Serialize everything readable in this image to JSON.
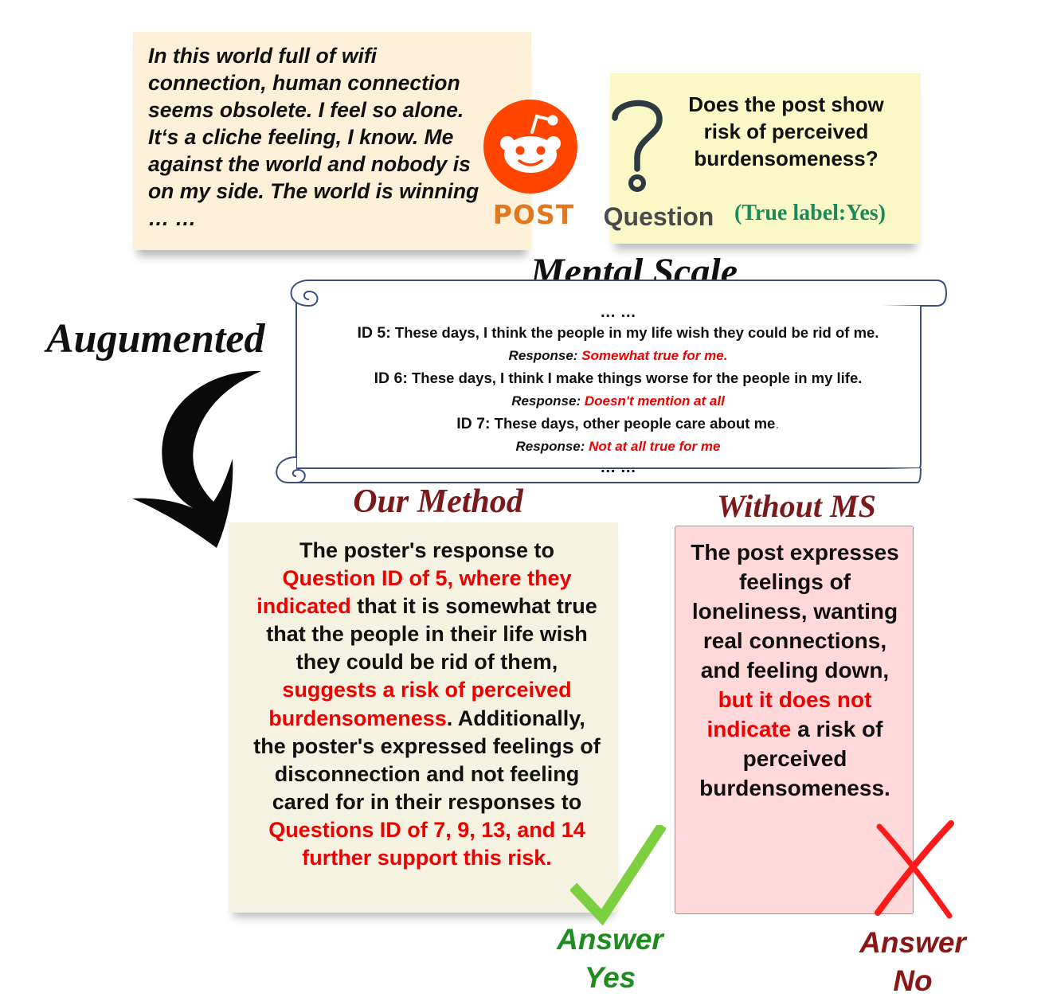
{
  "post": {
    "text": "In this world full of wifi connection, human connection seems obsolete. I feel so alone. It‘s a cliche feeling, I know. Me against the world and nobody is on my side. The world is winning … …",
    "label": "POST"
  },
  "question": {
    "text": "Does the post show risk of perceived burdensomeness?",
    "label": "Question",
    "true_label": "(True label:Yes)"
  },
  "mental_scale": {
    "title": "Mental Scale",
    "ellipsis_top": "… …",
    "ellipsis_bottom": "… …",
    "items": [
      {
        "id": "ID 5:",
        "text": " These days, I think the people in my life wish they could be rid of me.",
        "response_label": "Response: ",
        "response": "Somewhat true for me."
      },
      {
        "id": "ID 6:",
        "text": " These days, I think I make things worse for the people in my life.",
        "response_label": "Response: ",
        "response": "Doesn't mention at all"
      },
      {
        "id": "ID 7:",
        "text": " These days, other people care about me",
        "trail": ".",
        "response_label": "Response: ",
        "response": "Not at all true for me"
      }
    ]
  },
  "augmented": {
    "label": "Augumented"
  },
  "our_method": {
    "title": "Our Method",
    "segments": [
      {
        "text": "The poster's response to ",
        "highlight": false
      },
      {
        "text": "Question ID of 5, where they indicated",
        "highlight": true
      },
      {
        "text": " that it is somewhat true that the people in their life wish they could be rid of them, ",
        "highlight": false
      },
      {
        "text": "suggests a risk of perceived burdensomeness",
        "highlight": true
      },
      {
        "text": ". Additionally, the poster's expressed feelings of disconnection and not feeling cared for in their responses to ",
        "highlight": false
      },
      {
        "text": "Questions ID of 7, 9, 13, and 14 further support this risk.",
        "highlight": true
      }
    ],
    "answer": "Answer Yes"
  },
  "without_ms": {
    "title": "Without MS",
    "segments": [
      {
        "text": "The post expresses feelings of loneliness, wanting real connections, and feeling down, ",
        "highlight": false
      },
      {
        "text": "but it does not indicate",
        "highlight": true
      },
      {
        "text": " a risk of perceived burdensomeness.",
        "highlight": false
      }
    ],
    "answer": "Answer No"
  },
  "colors": {
    "highlight": "#ee0000",
    "post_label": "#e0781e",
    "reddit": "#ff4500",
    "true_label": "#1a8a5a",
    "answer_yes": "#1e8c1e",
    "answer_no": "#8a1616",
    "check": "#7ccf3e",
    "cross": "#ff1a1a"
  }
}
